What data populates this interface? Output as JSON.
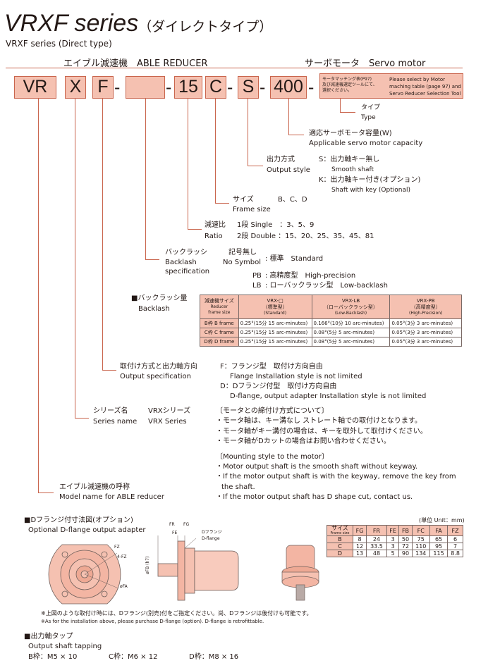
{
  "header": {
    "title_model": "VRXF series",
    "title_jp": "（ダイレクトタイプ）",
    "subtitle": "VRXF series (Direct type)",
    "reducer_label": "エイブル減速機　ABLE REDUCER",
    "servo_label": "サーボモータ　Servo motor"
  },
  "code": {
    "box1": "VR",
    "box2": "X",
    "box3": "F",
    "dash": "-",
    "box4": "",
    "box5": "15",
    "box6": "C",
    "box7": "S",
    "box8": "400",
    "note_jp": "モータマッチング表(P97)\n及び減速機選定ツールにて、\n選択ください。",
    "note_en": "Please select by Motor\nmaching table (page 97) and\nServo Reducer Selection Tool"
  },
  "type": {
    "jp": "タイプ",
    "en": "Type"
  },
  "capacity": {
    "jp": "適応サーボモータ容量(W)",
    "en": "Applicable servo motor capacity"
  },
  "output_style": {
    "jp": "出力方式",
    "en": "Output style",
    "s_jp": "S：出力軸キー無し",
    "s_en": "Smooth shaft",
    "k_jp": "K：出力軸キー付き(オプション)",
    "k_en": "Shaft with key (Optional)"
  },
  "frame": {
    "jp": "サイズ",
    "en": "Frame size",
    "values": "B、C、D"
  },
  "ratio": {
    "jp": "減速比",
    "en": "Ratio",
    "single": "1段 Single　：3、5、9",
    "double": "2段 Double ：15、20、25、35、45、81"
  },
  "backlash_spec": {
    "jp": "バックラッシ",
    "en1": "Backlash",
    "en2": "specification",
    "nosym_jp": "記号無し",
    "nosym_en": "No Symbol",
    "std": ": 標準　Standard",
    "pb_code": "PB",
    "pb": ": 高精度型　High-precision",
    "lb_code": "LB",
    "lb": ": ローバックラッシ型　Low-backlash"
  },
  "backlash_table": {
    "label_jp": "■バックラッシ量",
    "label_en": "Backlash",
    "head": [
      {
        "l1": "減速機サイズ",
        "l2": "Reducer",
        "l3": "frame size"
      },
      {
        "l1": "VRX-□",
        "l2": "（標準型）",
        "l3": "(Standard)"
      },
      {
        "l1": "VRX-LB",
        "l2": "（ローバックラッシ型）",
        "l3": "(Low-Backlash)"
      },
      {
        "l1": "VRX-PB",
        "l2": "（高精度型）",
        "l3": "(High-Precision)"
      }
    ],
    "rows": [
      {
        "frame": "B枠 B frame",
        "std": "0.25°(15分 15 arc-minutes)",
        "lb": "0.166°(10分 10 arc-minutes)",
        "pb": "0.05°(3分 3 arc-minutes)"
      },
      {
        "frame": "C枠 C frame",
        "std": "0.25°(15分 15 arc-minutes)",
        "lb": "0.08°(5分 5 arc-minutes)",
        "pb": "0.05°(3分 3 arc-minutes)"
      },
      {
        "frame": "D枠 D frame",
        "std": "0.25°(15分 15 arc-minutes)",
        "lb": "0.08°(5分 5 arc-minutes)",
        "pb": "0.05°(3分 3 arc-minutes)"
      }
    ]
  },
  "output_spec": {
    "jp": "取付け方式と出力軸方向",
    "en": "Output specification",
    "f_jp": "F：フランジ型　取付け方向自由",
    "f_en": "Flange  Installation style is not limited",
    "d_jp": "D：Dフランジ付型　取付け方向自由",
    "d_en": "D-flange, output adapter  Installation style is not limited"
  },
  "series": {
    "jp": "シリーズ名",
    "en": "Series name",
    "v_jp": "VRXシリーズ",
    "v_en": "VRX Series"
  },
  "mounting": {
    "head_jp": "〔モータとの締付け方式について〕",
    "jp1": "・モータ軸は、キー溝なし ストレート軸での取付けとなります。",
    "jp2": "・モータ軸がキー溝付の場合は、キーを取外して取付けください。",
    "jp3": "・モータ軸がDカットの場合はお問い合わせください。",
    "head_en": "〔Mounting style to the motor〕",
    "en1": "・Motor output shaft is the smooth shaft without keyway.",
    "en2": "・If the motor output shaft is with the keyway, remove the key from",
    "en2b": "the shaft.",
    "en3": "・If the motor output shaft has D shape cut, contact us."
  },
  "model_name": {
    "jp": "エイブル減速機の呼称",
    "en": "Model name for ABLE reducer"
  },
  "dflange": {
    "title_jp": "■Dフランジ付寸法図(オプション)",
    "title_en": "Optional D-flange output adapter",
    "unit": "(単位 Unit：mm)",
    "lbl_fr": "FR",
    "lbl_fg": "FG",
    "lbl_fe": "FE",
    "lbl_df_jp": "Dフランジ",
    "lbl_df_en": "D-flange",
    "lbl_fb": "øFB (h7)",
    "lbl_fz": "FZ",
    "lbl_fa": "øFA",
    "lbl_4fz": "4-FZ",
    "headers": [
      "サイズ",
      "FG",
      "FR",
      "FE",
      "FB",
      "FC",
      "FA",
      "FZ"
    ],
    "head_sub": "Frame size",
    "rows": [
      [
        "B",
        "8",
        "24",
        "3",
        "50",
        "75",
        "65",
        "6"
      ],
      [
        "C",
        "12",
        "33.5",
        "3",
        "72",
        "110",
        "95",
        "7"
      ],
      [
        "D",
        "13",
        "48",
        "5",
        "90",
        "134",
        "115",
        "8.8"
      ]
    ],
    "note_jp": "※上図のような取付け時には、Dフランジ(別売)付をご指定ください。尚、Dフランジは後付けも可能です。",
    "note_en": "※As for the installation above, please purchase D-flange (option). D-flange is retrofittable."
  },
  "tapping": {
    "title_jp": "■出力軸タップ",
    "title_en": "Output shaft tapping",
    "b": "B枠：M5 × 10",
    "c": "C枠：M6 × 12",
    "d": "D枠：M8 × 16"
  },
  "colors": {
    "accent": "#f5c1b1",
    "accent_border": "#c9654d",
    "text": "#231815"
  }
}
